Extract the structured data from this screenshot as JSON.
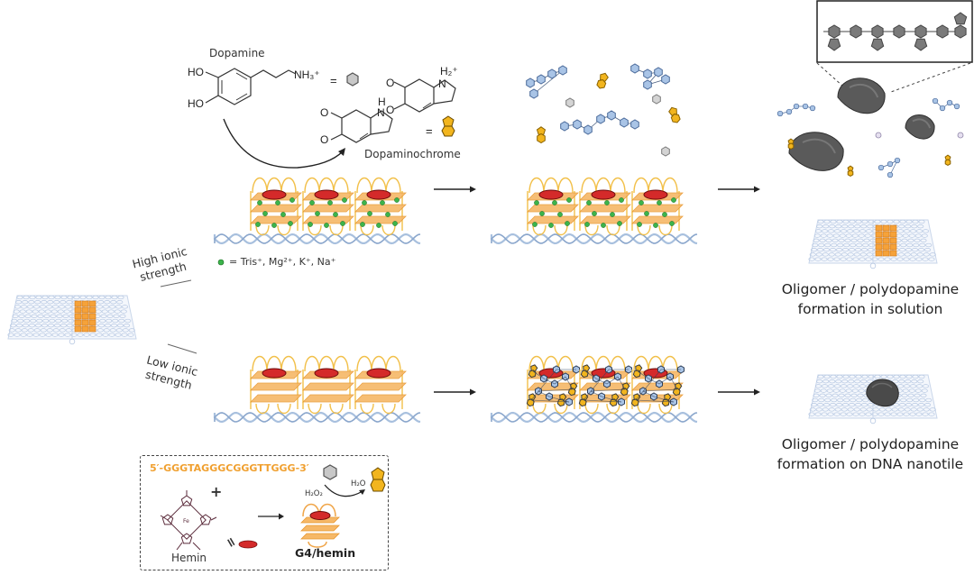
{
  "figure": {
    "title": "Dopamine polymerization catalyzed by G4/hemin DNAzyme on DNA nanotiles",
    "dopamine_label": "Dopamine",
    "dopamine_groups": {
      "ho_top": "HO",
      "ho_bottom": "HO",
      "amine": "NH₃⁺"
    },
    "equals": "=",
    "dopaminochrome_label": "Dopaminochrome",
    "dopaminochrome_groups": {
      "nh": "N",
      "h": "H",
      "nh2_plus": "N",
      "h2_plus": "H₂⁺",
      "o1": "O",
      "o2": "O",
      "o3": "O",
      "o4": "O"
    },
    "high_ionic_label": [
      "High ionic",
      "strength"
    ],
    "low_ionic_label": [
      "Low ionic",
      "strength"
    ],
    "cation_legend": "= Tris⁺, Mg²⁺, K⁺, Na⁺",
    "caption_solution": [
      "Oligomer / polydopamine",
      "formation in solution"
    ],
    "caption_nanotile": [
      "Oligomer / polydopamine",
      "formation on DNA nanotile"
    ],
    "inset": {
      "sequence": "5′-GGGTAGGGCGGGTTGGG-3′",
      "plus": "+",
      "hemin_label": "Hemin",
      "equals": "=",
      "complex_label": "G4/hemin",
      "h2o2": "H₂O₂",
      "h2o": "H₂O"
    },
    "colors": {
      "dopamine": "#c8c8c8",
      "dopaminochrome": "#f2b51e",
      "oligomer": "#a9c4e6",
      "g4_frame": "#f0a64a",
      "hemin": "#d42a2a",
      "cation": "#3cb44b",
      "dna_helix": "#a8c0de",
      "polydopamine": "#4a4a4a",
      "sequence_text": "#f0a030"
    }
  }
}
